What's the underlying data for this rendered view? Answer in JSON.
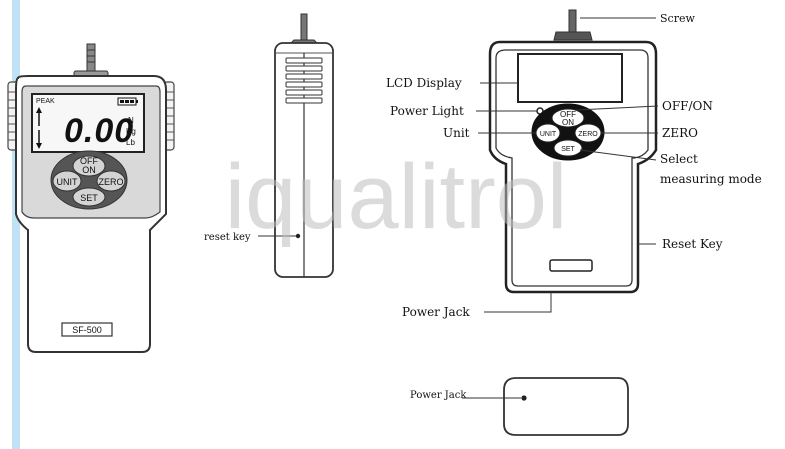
{
  "watermark": "iqualitrol",
  "colors": {
    "accent_bar": "#bfe2f4",
    "display_face": "#d9d9d9",
    "outline": "#222222",
    "watermark": "#bdbdbd"
  },
  "gauge_front": {
    "mode_label": "PEAK",
    "reading": "0.00",
    "units": [
      "N",
      "Kg",
      "Lb"
    ],
    "buttons": {
      "off_on_line1": "OFF",
      "off_on_line2": "ON",
      "unit": "UNIT",
      "zero": "ZERO",
      "set": "SET"
    },
    "model": "SF-500"
  },
  "gauge_side": {
    "reset_label": "reset key"
  },
  "gauge_schematic": {
    "labels": {
      "screw": "Screw",
      "lcd_display": "LCD Display",
      "power_light": "Power Light",
      "unit": "Unit",
      "off_on": "OFF/ON",
      "zero": "ZERO",
      "select_line1": "Select",
      "select_line2": "measuring mode",
      "reset_key": "Reset Key",
      "power_jack": "Power Jack"
    },
    "buttons": {
      "off": "OFF",
      "on": "ON",
      "unit": "UNIT",
      "zero": "ZERO",
      "set": "SET"
    }
  },
  "gauge_bottom": {
    "power_jack_label": "Power Jack"
  }
}
